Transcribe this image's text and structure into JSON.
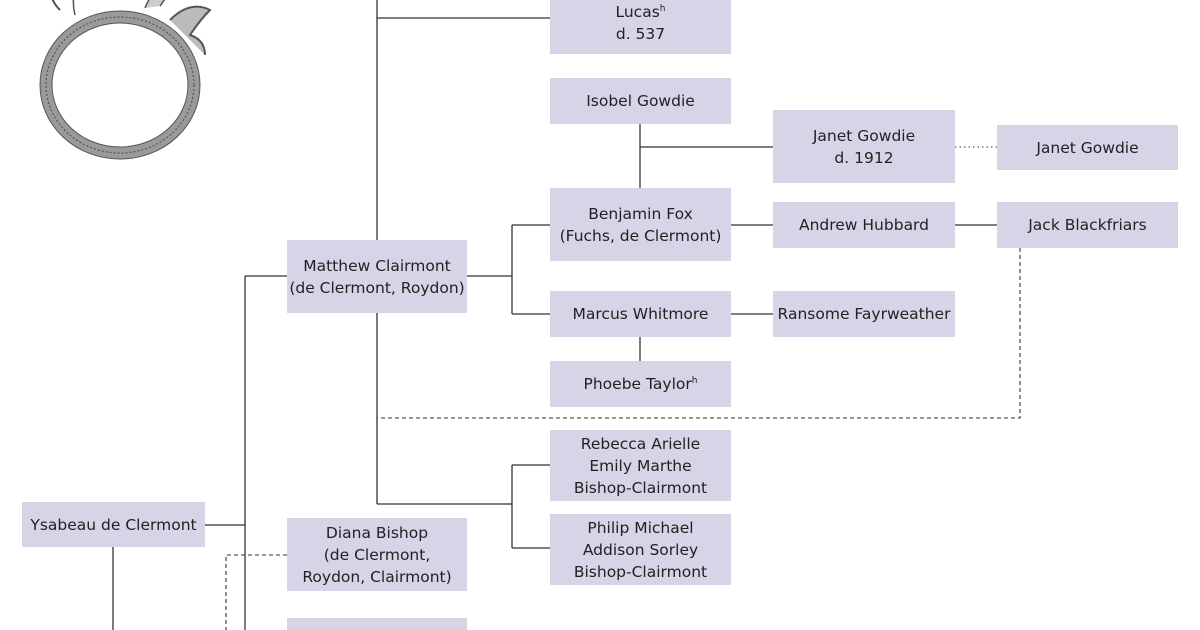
{
  "tree": {
    "nodes": {
      "lucas": {
        "lines": [
          "Lucas",
          "d. 537"
        ],
        "sup": "h"
      },
      "isobel_gowdie": {
        "lines": [
          "Isobel Gowdie"
        ]
      },
      "janet_gowdie_1912": {
        "lines": [
          "Janet Gowdie",
          "d. 1912"
        ]
      },
      "janet_gowdie": {
        "lines": [
          "Janet Gowdie"
        ]
      },
      "benjamin_fox": {
        "lines": [
          "Benjamin Fox",
          "(Fuchs, de Clermont)"
        ]
      },
      "andrew_hubbard": {
        "lines": [
          "Andrew Hubbard"
        ]
      },
      "jack_blackfriars": {
        "lines": [
          "Jack Blackfriars"
        ]
      },
      "matthew_clairmont": {
        "lines": [
          "Matthew Clairmont",
          "(de Clermont, Roydon)"
        ]
      },
      "marcus_whitmore": {
        "lines": [
          "Marcus Whitmore"
        ]
      },
      "ransome_fayrweather": {
        "lines": [
          "Ransome Fayrweather"
        ]
      },
      "phoebe_taylor": {
        "lines": [
          "Phoebe Taylor"
        ],
        "sup": "h"
      },
      "rebecca": {
        "lines": [
          "Rebecca Arielle",
          "Emily Marthe",
          "Bishop-Clairmont"
        ]
      },
      "philip": {
        "lines": [
          "Philip Michael",
          "Addison Sorley",
          "Bishop-Clairmont"
        ]
      },
      "ysabeau": {
        "lines": [
          "Ysabeau de Clermont"
        ]
      },
      "diana_bishop": {
        "lines": [
          "Diana Bishop",
          "(de Clermont,",
          "Roydon, Clairmont)"
        ]
      },
      "cut_off_bottom": {
        "lines": []
      }
    }
  },
  "emblem": {
    "icon": "ouroboros-icon"
  },
  "colors": {
    "box": "#d5d5e7",
    "line": "#333333",
    "text": "#222222"
  }
}
